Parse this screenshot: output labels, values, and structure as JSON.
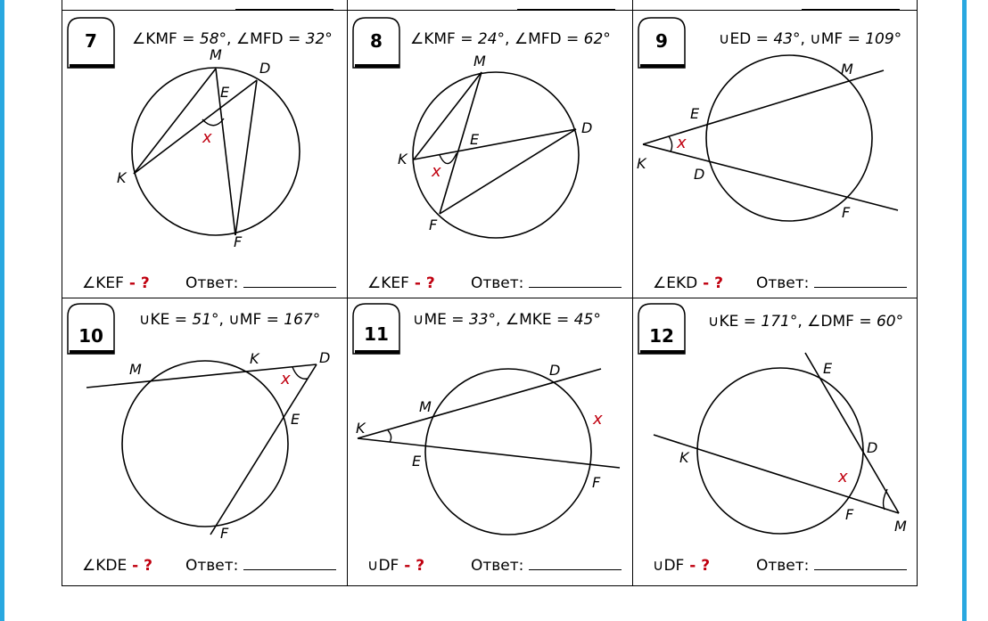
{
  "problems": [
    {
      "num": "7",
      "given_a": "∠KMF = ",
      "given_a_val": "58°",
      "given_b": ", ∠MFD = ",
      "given_b_val": "32°",
      "ask": "∠KEF",
      "answer_label": "Ответ:",
      "points": {
        "M": "M",
        "D": "D",
        "E": "E",
        "K": "K",
        "F": "F"
      }
    },
    {
      "num": "8",
      "given_a": "∠KMF = ",
      "given_a_val": "24°",
      "given_b": ", ∠MFD = ",
      "given_b_val": "62°",
      "ask": "∠KEF",
      "answer_label": "Ответ:",
      "points": {
        "M": "M",
        "D": "D",
        "E": "E",
        "K": "K",
        "F": "F"
      }
    },
    {
      "num": "9",
      "given_a": "∪ED = ",
      "given_a_val": "43°",
      "given_b": ", ∪MF = ",
      "given_b_val": "109°",
      "ask": "∠EKD",
      "answer_label": "Ответ:",
      "points": {
        "M": "M",
        "D": "D",
        "E": "E",
        "K": "K",
        "F": "F"
      }
    },
    {
      "num": "10",
      "given_a": "∪KE = ",
      "given_a_val": "51°",
      "given_b": ", ∪MF = ",
      "given_b_val": "167°",
      "ask": "∠KDE",
      "answer_label": "Ответ:",
      "points": {
        "M": "M",
        "D": "D",
        "E": "E",
        "K": "K",
        "F": "F"
      }
    },
    {
      "num": "11",
      "given_a": "∪ME = ",
      "given_a_val": "33°",
      "given_b": ", ∠MKE = ",
      "given_b_val": "45°",
      "ask": "∪DF",
      "answer_label": "Ответ:",
      "points": {
        "M": "M",
        "D": "D",
        "E": "E",
        "K": "K",
        "F": "F"
      }
    },
    {
      "num": "12",
      "given_a": "∪KE = ",
      "given_a_val": "171°",
      "given_b": ", ∠DMF = ",
      "given_b_val": "60°",
      "ask": "∪DF",
      "answer_label": "Ответ:",
      "points": {
        "M": "M",
        "D": "D",
        "E": "E",
        "K": "K",
        "F": "F"
      }
    }
  ],
  "unknown_mark": "x",
  "question_mark": "?",
  "ask_sep": " - ",
  "colors": {
    "frame": "#29a8e0",
    "accent_red": "#c0000f",
    "ink": "#000000"
  }
}
